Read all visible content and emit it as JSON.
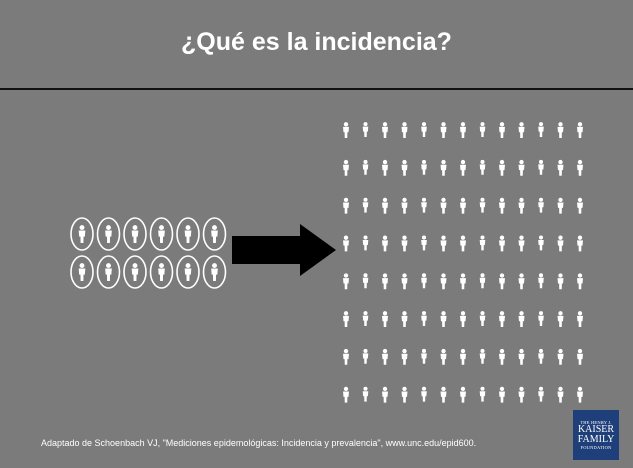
{
  "slide": {
    "title": "¿Qué es la incidencia?",
    "footer": "Adaptado de Schoenbach VJ, \"Mediciones epidemológicas: Incidencia y prevalencia\", www.unc.edu/epid600.",
    "logo": {
      "top": "THE HENRY J.",
      "line1": "KAISER",
      "line2": "FAMILY",
      "bottom": "FOUNDATION"
    }
  },
  "colors": {
    "background": "#7b7b7b",
    "text": "#ffffff",
    "rule": "#111111",
    "arrow": "#000000",
    "logo_bg": "#1f3f7a"
  },
  "illustration": {
    "left_cluster": {
      "rows": 2,
      "cols": 6,
      "shape": "person-in-oval-icon"
    },
    "arrow": "right-arrow-icon",
    "right_grid": {
      "rows": 8,
      "cols": 13,
      "shape": "person-icon"
    }
  }
}
